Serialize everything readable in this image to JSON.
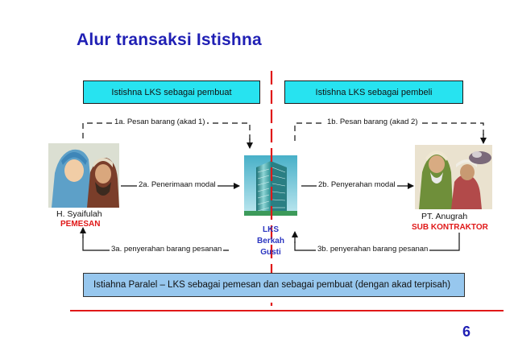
{
  "title": "Alur transaksi Istishna",
  "boxes": {
    "left_header": "Istishna LKS sebagai pembuat",
    "right_header": "Istishna LKS sebagai pembeli",
    "bottom": "Istiahna Paralel – LKS sebagai pemesan dan sebagai pembuat (dengan akad terpisah)"
  },
  "arrows": {
    "a1": "1a. Pesan barang (akad 1)",
    "b1": "1b. Pesan barang (akad 2)",
    "a2": "2a. Penerimaan modal",
    "b2": "2b. Penyerahan modal",
    "a3": "3a. penyerahan barang pesanan",
    "b3": "3b. penyerahan barang pesanan"
  },
  "parties": {
    "left_name": "H. Syaifulah",
    "left_role": "PEMESAN",
    "right_name": "PT. Anugrah",
    "right_role": "SUB KONTRAKTOR",
    "center_line1": "LKS",
    "center_line2": "Berkah",
    "center_line3": "Gusti"
  },
  "page_number": "6",
  "colors": {
    "title": "#1f1fb4",
    "header_box": "#27e3f0",
    "bottom_box": "#97c7ee",
    "divider": "#e01818",
    "role_text": "#e01818",
    "lks_text": "#2b35c0"
  }
}
